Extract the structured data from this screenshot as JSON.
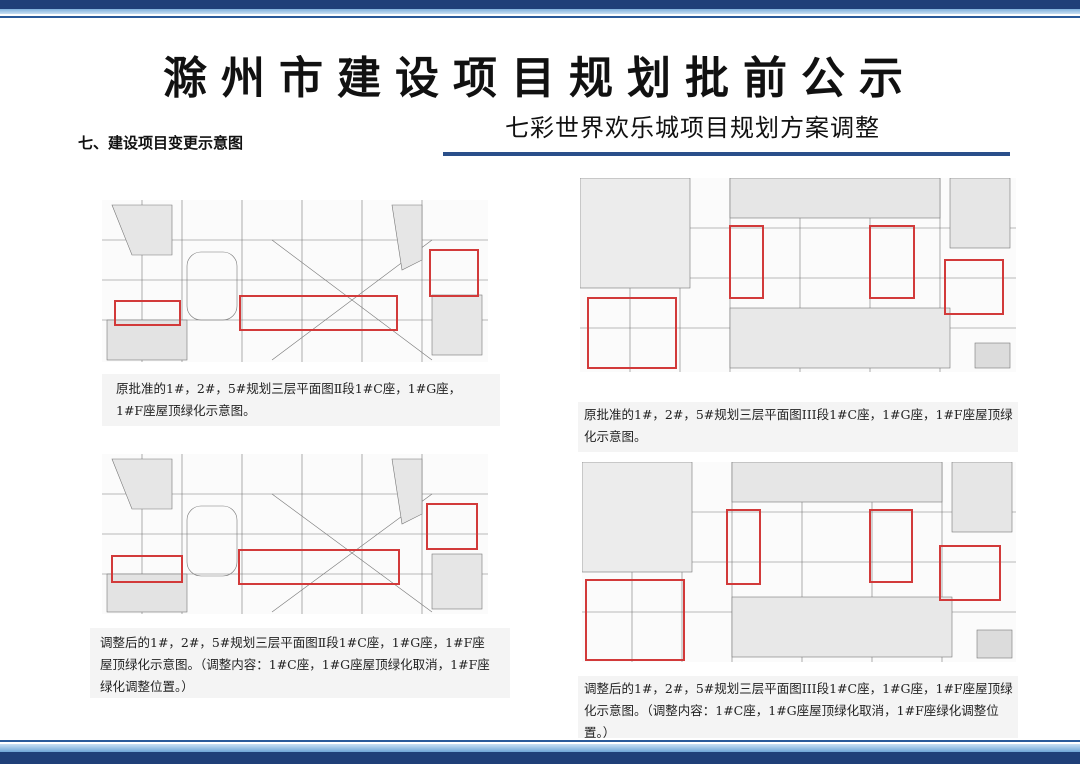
{
  "header": {
    "main_title": "滁州市建设项目规划批前公示",
    "subtitle": "七彩世界欢乐城项目规划方案调整",
    "section_heading": "七、建设项目变更示意图"
  },
  "panels": [
    {
      "id": "left-original",
      "caption": "原批准的1#，2#，5#规划三层平面图Ⅱ段1#C座，1#G座，1#F座屋顶绿化示意图。"
    },
    {
      "id": "right-original",
      "caption": "原批准的1#，2#，5#规划三层平面图III段1#C座，1#G座，1#F座屋顶绿化示意图。"
    },
    {
      "id": "left-adjusted",
      "caption": "调整后的1#，2#，5#规划三层平面图Ⅱ段1#C座，1#G座，1#F座屋顶绿化示意图。（调整内容：1#C座，1#G座屋顶绿化取消，1#F座绿化调整位置。）"
    },
    {
      "id": "right-adjusted",
      "caption": "调整后的1#，2#，5#规划三层平面图III段1#C座，1#G座，1#F座屋顶绿化示意图。（调整内容：1#C座，1#G座屋顶绿化取消，1#F座绿化调整位置。）"
    }
  ],
  "colors": {
    "band_dark": "#1f3f78",
    "band_light": "#7fb0dc",
    "highlight": "#d23a3a",
    "drawing": "#555555"
  }
}
